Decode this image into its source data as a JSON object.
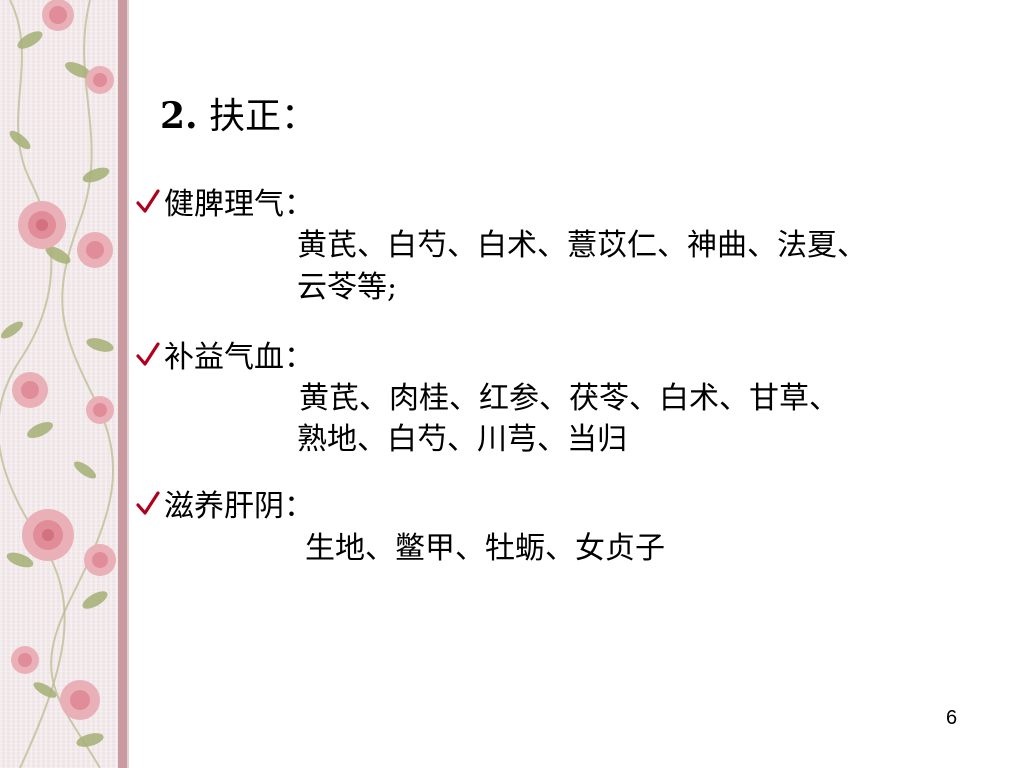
{
  "slide": {
    "title_number": "2.",
    "title_text": " 扶正：",
    "sections": [
      {
        "heading": "健脾理气：",
        "herb_lines": [
          "黄芪、白芍、白术、薏苡仁、神曲、法夏、",
          "云苓等;"
        ]
      },
      {
        "heading": "补益气血：",
        "herb_lines": [
          "黄芪、肉桂、红参、茯苓、白术、甘草、",
          "熟地、白芍、川芎、当归"
        ]
      },
      {
        "heading": "滋养肝阴：",
        "herb_lines": [
          "生地、鳖甲、牡蛎、女贞子"
        ]
      }
    ],
    "page_number": "6"
  },
  "icons": {
    "bullet": "checkmark-icon",
    "decoration": "rose-floral-pattern"
  },
  "colors": {
    "background": "#ffffff",
    "divider": "#c99aa0",
    "checkmark": "#b0001e",
    "rose": "#e8a3ad",
    "leaf": "#9aa86a"
  }
}
